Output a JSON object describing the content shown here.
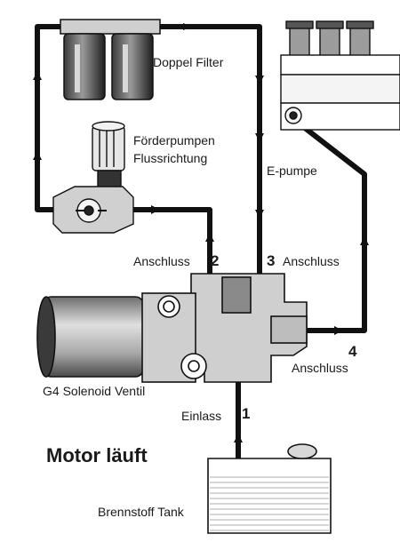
{
  "labels": {
    "doppel_filter": "Doppel Filter",
    "foerderpumpen_line1": "Förderpumpen",
    "foerderpumpen_line2": "Flussrichtung",
    "e_pumpe": "E-pumpe",
    "anschluss_2": "Anschluss",
    "port_2": "2",
    "port_3": "3",
    "anschluss_3": "Anschluss",
    "port_4": "4",
    "anschluss_4": "Anschluss",
    "solenoid": "G4 Solenoid Ventil",
    "einlass": "Einlass",
    "port_1": "1",
    "motor_status": "Motor läuft",
    "tank": "Brennstoff Tank"
  },
  "colors": {
    "line": "#111111",
    "fill_light": "#d9d9d9",
    "fill_mid": "#bdbdbd",
    "fill_dark": "#8a8a8a",
    "fuel": "#eeeeee"
  },
  "icons": [
    "arrow-icon",
    "filter-icon",
    "pump-icon",
    "injection-pump-icon",
    "solenoid-icon",
    "tank-icon",
    "valve-block-icon"
  ]
}
